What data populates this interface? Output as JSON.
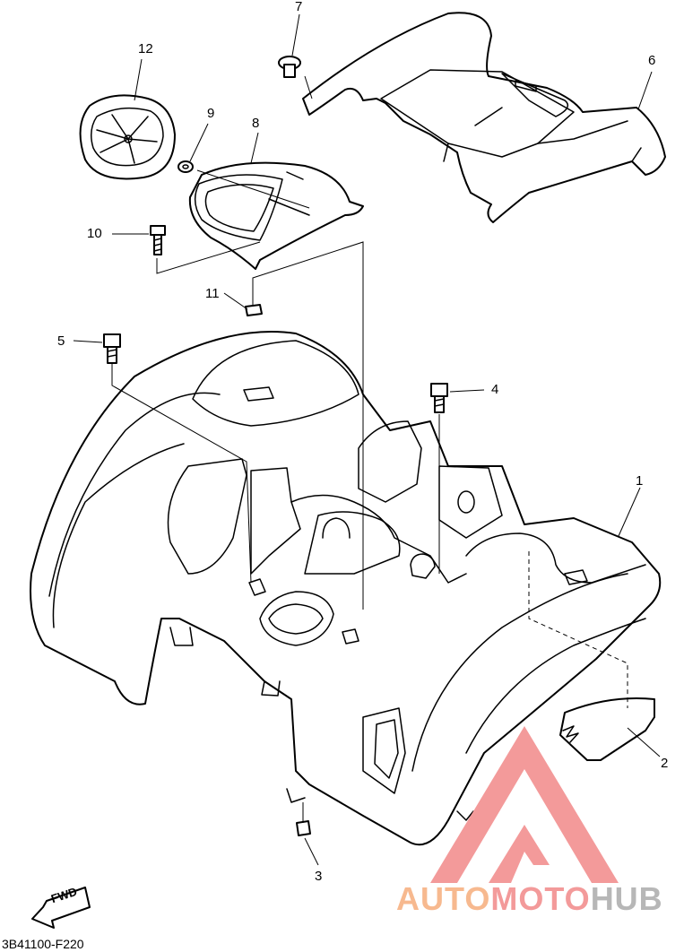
{
  "callouts": [
    {
      "id": "1",
      "label": "1"
    },
    {
      "id": "2",
      "label": "2"
    },
    {
      "id": "3",
      "label": "3"
    },
    {
      "id": "4",
      "label": "4"
    },
    {
      "id": "5",
      "label": "5"
    },
    {
      "id": "6",
      "label": "6"
    },
    {
      "id": "7",
      "label": "7"
    },
    {
      "id": "8",
      "label": "8"
    },
    {
      "id": "9",
      "label": "9"
    },
    {
      "id": "10",
      "label": "10"
    },
    {
      "id": "11",
      "label": "11"
    },
    {
      "id": "12",
      "label": "12"
    }
  ],
  "diagram_code": "3B41100-F220",
  "fwd_label": "FWD",
  "watermark": {
    "part1": "AUTO",
    "part2": "MOTO",
    "part3": "HUB"
  },
  "colors": {
    "line": "#000000",
    "watermark_red": "#f39a9a",
    "watermark_orange": "#f7b98f",
    "watermark_gray": "#b7b7b7"
  }
}
